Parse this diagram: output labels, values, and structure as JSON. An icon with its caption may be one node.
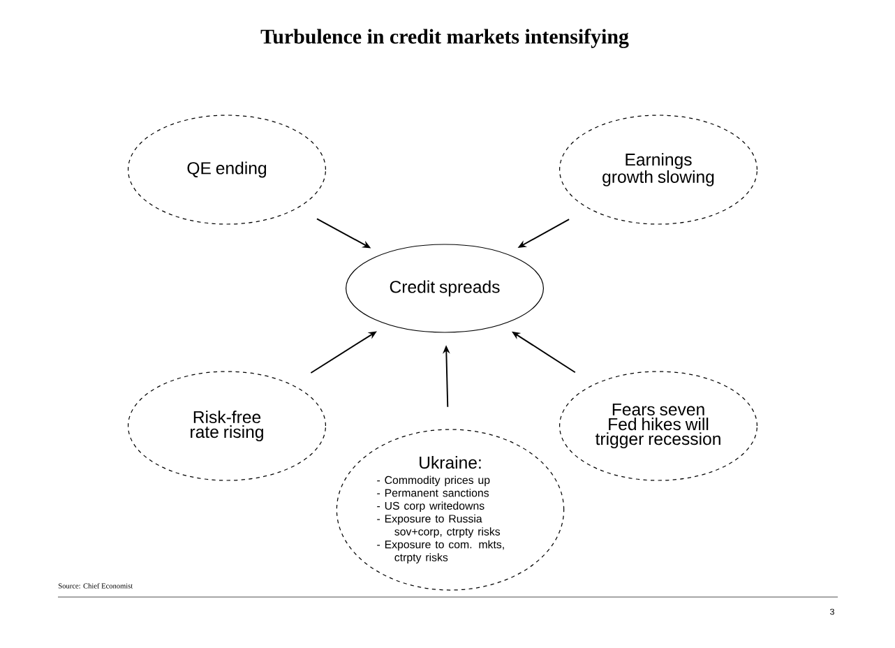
{
  "diagram": {
    "title": "Turbulence in credit markets intensifying",
    "nodes": [
      {
        "text": [
          "QE ending"
        ]
      },
      {
        "text": [
          "Earnings growth slowing"
        ]
      },
      {
        "text": [
          "Credit spreads"
        ]
      },
      {
        "text": [
          "Risk-free rate rising"
        ]
      },
      {
        "text": [
          "Fears seven Fed hikes will trigger recession"
        ]
      },
      {
        "text": [
          "Ukraine:",
          "- Commodity prices up",
          "- Permanent sanctions",
          "- US corp writedowns",
          "- Exposure to Russia sov+corp, ctrpty risks",
          "- Exposure to com. mkts, ctrpty risks"
        ]
      }
    ],
    "edges": [
      {
        "from": 0,
        "to": 2,
        "arrow": "to"
      },
      {
        "from": 1,
        "to": 2,
        "arrow": "to"
      },
      {
        "from": 3,
        "to": 2,
        "arrow": "to"
      },
      {
        "from": 4,
        "to": 2,
        "arrow": "to"
      },
      {
        "from": 5,
        "to": 2,
        "arrow": "to"
      }
    ],
    "labels": [
      "Source: Chief Economist",
      "3"
    ]
  }
}
